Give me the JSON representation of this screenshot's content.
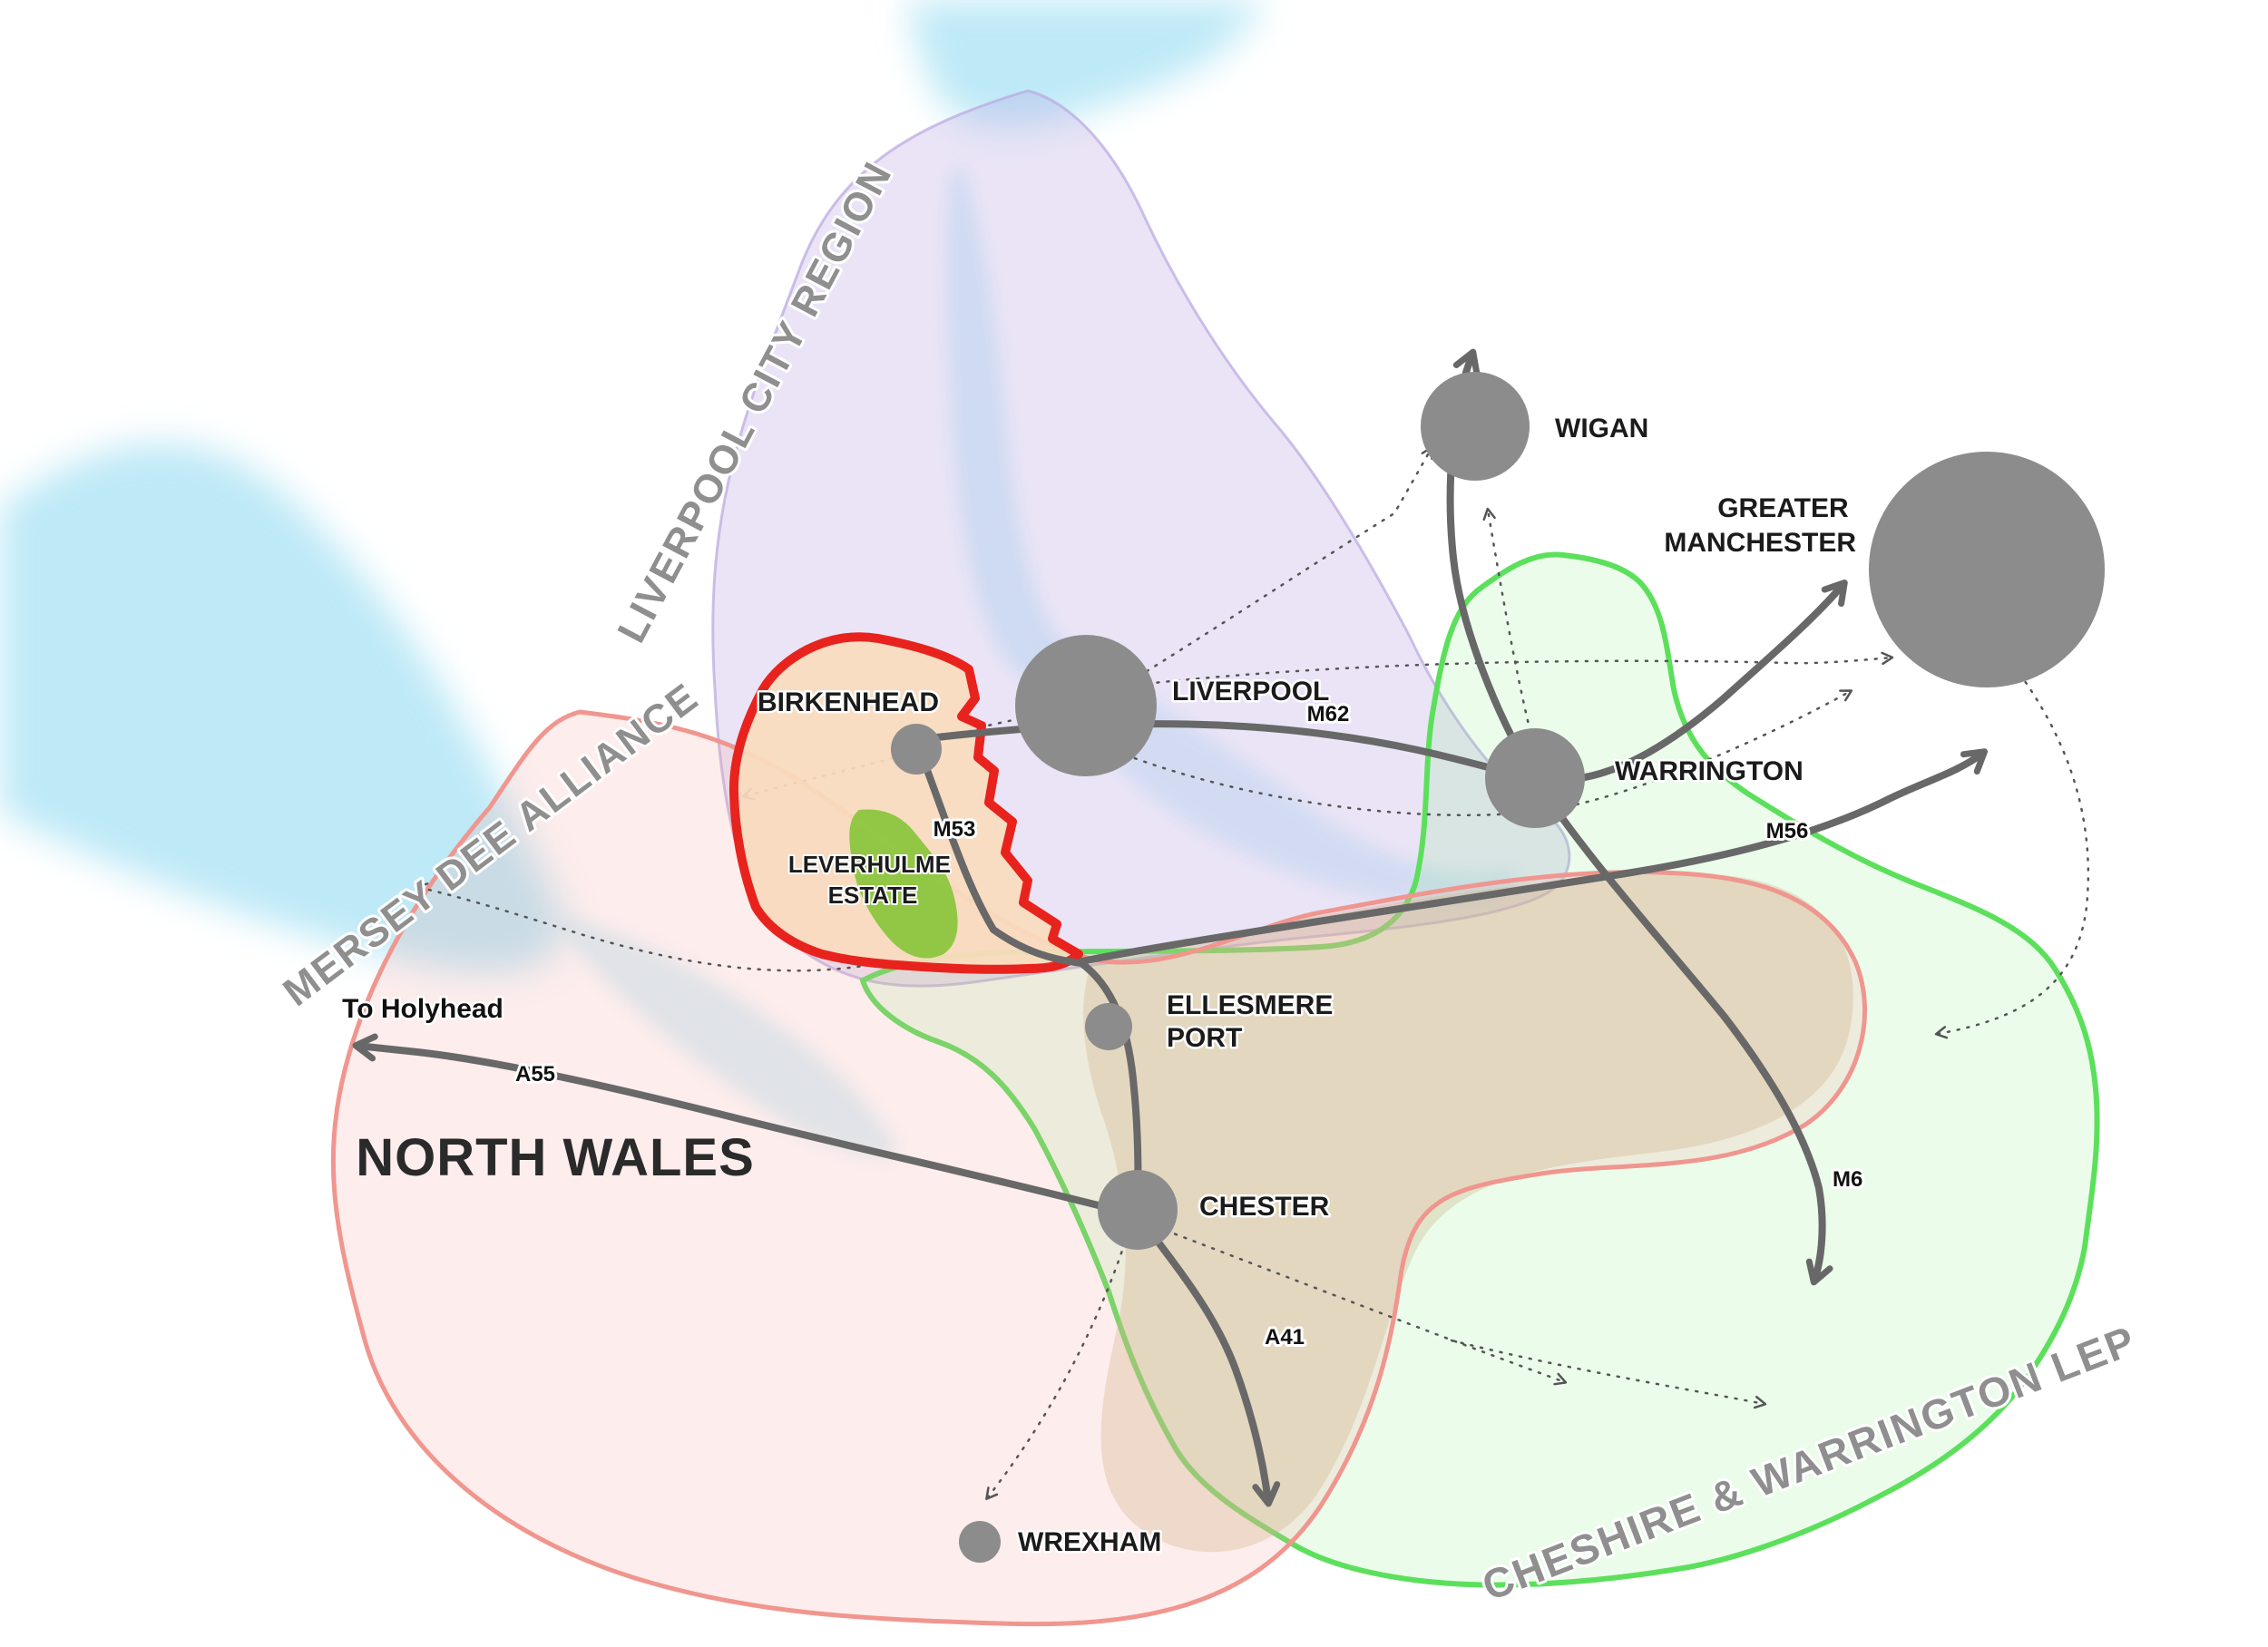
{
  "regions": {
    "liverpool_city_region": "LIVERPOOL CITY REGION",
    "mersey_dee_alliance": "MERSEY DEE ALLIANCE",
    "north_wales": "NORTH WALES",
    "cheshire_warrington_lep": "CHESHIRE & WARRINGTON LEP",
    "leverhulme_estate_line1": "LEVERHULME",
    "leverhulme_estate_line2": "ESTATE"
  },
  "cities": {
    "wigan": "WIGAN",
    "liverpool": "LIVERPOOL",
    "greater_manchester_line1": "GREATER",
    "greater_manchester_line2": "MANCHESTER",
    "warrington": "WARRINGTON",
    "birkenhead": "BIRKENHEAD",
    "ellesmere_port_line1": "ELLESMERE",
    "ellesmere_port_line2": "PORT",
    "chester": "CHESTER",
    "wrexham": "WREXHAM"
  },
  "roads": {
    "m62": "M62",
    "m53": "M53",
    "m56": "M56",
    "m6": "M6",
    "a55": "A55",
    "a41": "A41"
  },
  "annotations": {
    "to_holyhead": "To Holyhead"
  },
  "colors": {
    "boundary_red": "#e8231e",
    "estate_green": "#8dc63f",
    "city_gray": "#8c8c8c",
    "road_gray": "#686868",
    "water_blue": "#a8e2f4",
    "liverpool_purple": "#b9a6e0",
    "mersey_pink": "#f0968f",
    "lep_green": "#5ce05c",
    "wirral_peach": "#fadcbe",
    "overlap_tan": "#c9b787",
    "label_gray": "#8f8f8f"
  }
}
